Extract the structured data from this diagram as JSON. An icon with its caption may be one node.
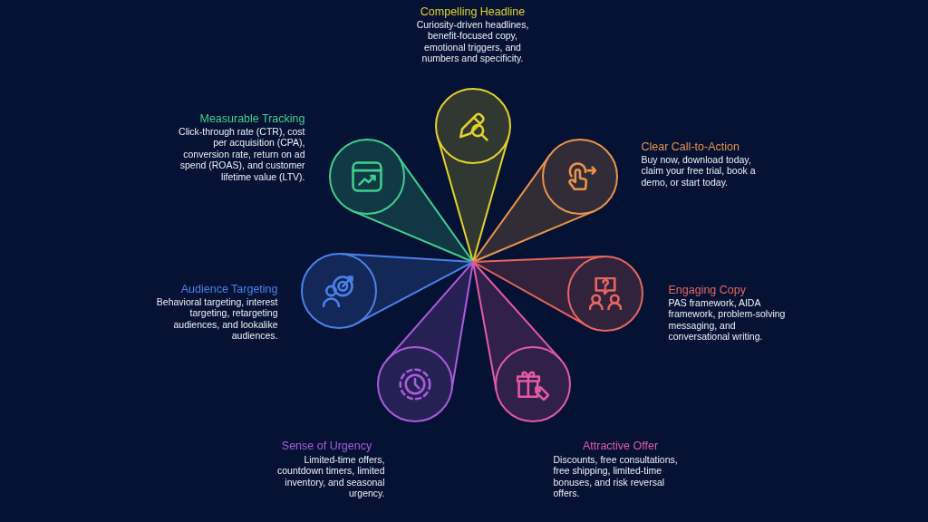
{
  "diagram": {
    "nodes": [
      {
        "text": [
          "Compelling Headline",
          "Curiosity-driven headlines, benefit-focused copy, emotional triggers, and numbers and specificity."
        ]
      },
      {
        "text": [
          "Measurable Tracking",
          "Click-through rate (CTR), cost per acquisition (CPA), conversion rate, return on ad spend (ROAS), and customer lifetime value (LTV)."
        ]
      },
      {
        "text": [
          "Clear Call-to-Action",
          "Buy now, download today, claim your free trial, book a demo, or start today."
        ]
      },
      {
        "text": [
          "Audience Targeting",
          "Behavioral targeting, interest targeting, retargeting audiences, and lookalike audiences."
        ]
      },
      {
        "text": [
          "Engaging Copy",
          "PAS framework, AIDA framework, problem-solving messaging, and conversational writing."
        ]
      },
      {
        "text": [
          "Sense of Urgency",
          "Limited-time offers, countdown timers, limited inventory, and seasonal urgency."
        ]
      },
      {
        "text": [
          "Attractive Offer",
          "Discounts, free consultations, free shipping, limited-time bonuses, and risk reversal offers."
        ]
      }
    ]
  }
}
